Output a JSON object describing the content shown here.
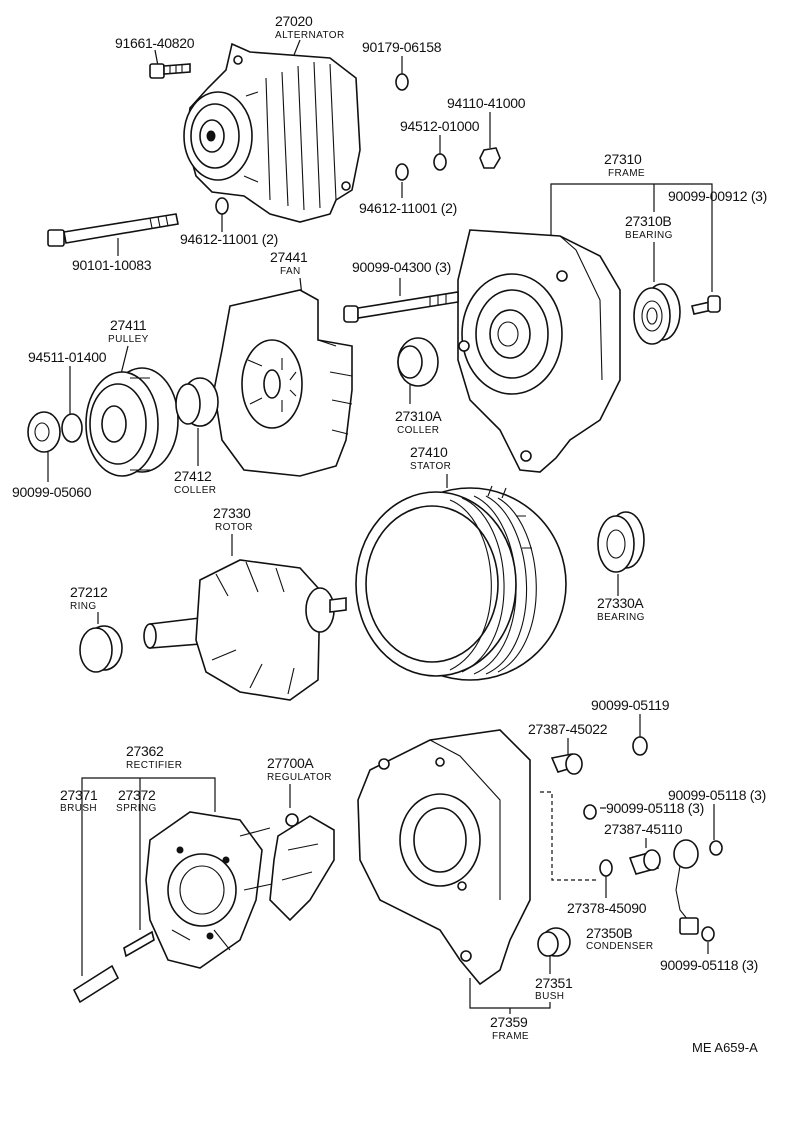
{
  "parts": {
    "p27020": {
      "number": "27020",
      "name": "ALTERNATOR"
    },
    "p91661": {
      "number": "91661-40820"
    },
    "p90179": {
      "number": "90179-06158"
    },
    "p94110": {
      "number": "94110-41000"
    },
    "p94512": {
      "number": "94512-01000"
    },
    "p94612a": {
      "number": "94612-11001 (2)"
    },
    "p94612b": {
      "number": "94612-11001 (2)"
    },
    "p90101": {
      "number": "90101-10083"
    },
    "p27310": {
      "number": "27310",
      "name": "FRAME"
    },
    "p90099_00912": {
      "number": "90099-00912 (3)"
    },
    "p27310B": {
      "number": "27310B",
      "name": "BEARING"
    },
    "p27441": {
      "number": "27441",
      "name": "FAN"
    },
    "p90099_04300": {
      "number": "90099-04300 (3)"
    },
    "p27411": {
      "number": "27411",
      "name": "PULLEY"
    },
    "p94511": {
      "number": "94511-01400"
    },
    "p27310A": {
      "number": "27310A",
      "name": "COLLER"
    },
    "p27412": {
      "number": "27412",
      "name": "COLLER"
    },
    "p90099_05060": {
      "number": "90099-05060"
    },
    "p27410": {
      "number": "27410",
      "name": "STATOR"
    },
    "p27330": {
      "number": "27330",
      "name": "ROTOR"
    },
    "p27212": {
      "number": "27212",
      "name": "RING"
    },
    "p27330A": {
      "number": "27330A",
      "name": "BEARING"
    },
    "p90099_05119": {
      "number": "90099-05119"
    },
    "p27387_45022": {
      "number": "27387-45022"
    },
    "p27362": {
      "number": "27362",
      "name": "RECTIFIER"
    },
    "p27700A": {
      "number": "27700A",
      "name": "REGULATOR"
    },
    "p27371": {
      "number": "27371",
      "name": "BRUSH"
    },
    "p27372": {
      "number": "27372",
      "name": "SPRING"
    },
    "p90099_05118a": {
      "number": "90099-05118 (3)"
    },
    "p90099_05118b": {
      "number": "90099-05118 (3)"
    },
    "p27387_45110": {
      "number": "27387-45110"
    },
    "p27378": {
      "number": "27378-45090"
    },
    "p27350B": {
      "number": "27350B",
      "name": "CONDENSER"
    },
    "p90099_05118c": {
      "number": "90099-05118 (3)"
    },
    "p27351": {
      "number": "27351",
      "name": "BUSH"
    },
    "p27359": {
      "number": "27359",
      "name": "FRAME"
    }
  },
  "diagram_ref": "ME A659-A"
}
